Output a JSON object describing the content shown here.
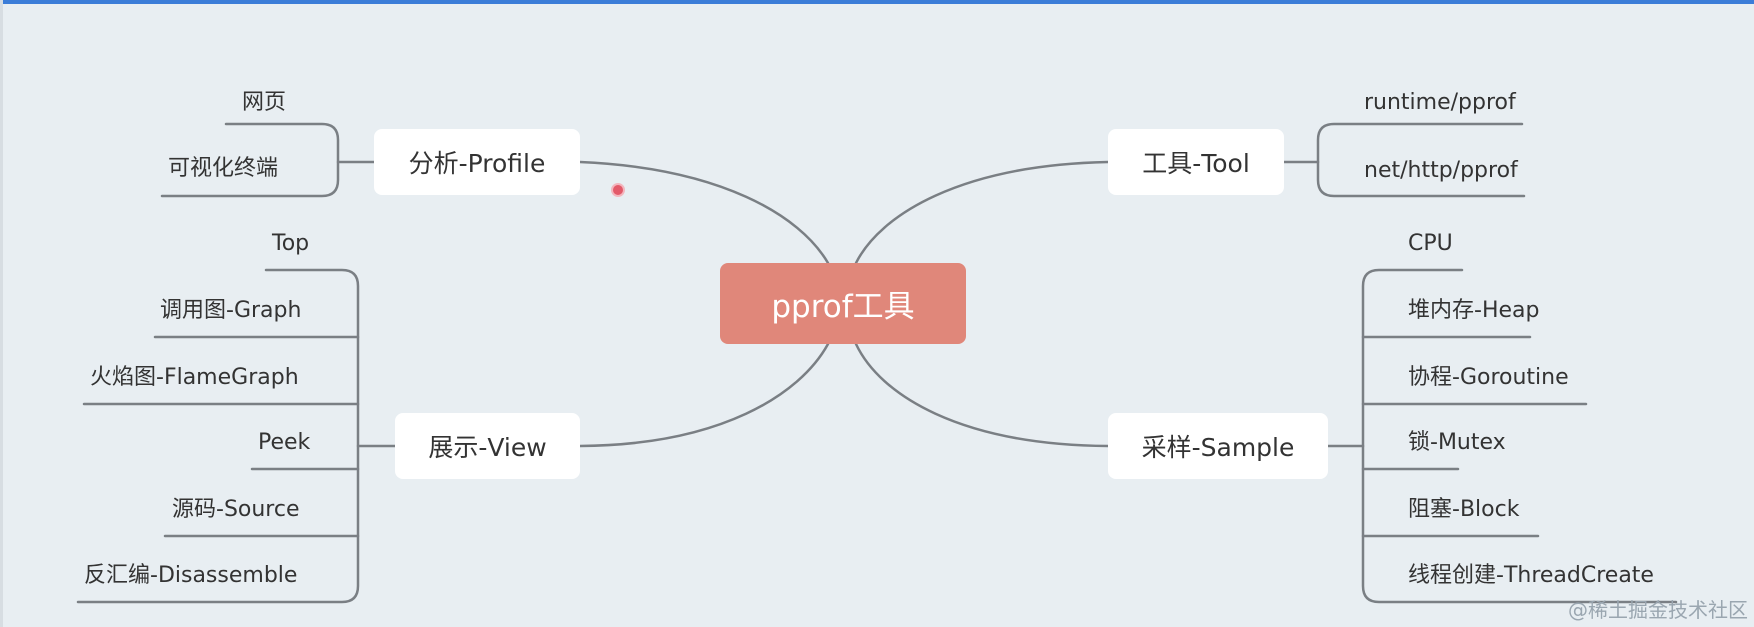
{
  "center": {
    "label": "pprof工具"
  },
  "branches": {
    "profile": {
      "label": "分析-Profile",
      "leaves": [
        "网页",
        "可视化终端"
      ]
    },
    "tool": {
      "label": "工具-Tool",
      "leaves": [
        "runtime/pprof",
        "net/http/pprof"
      ]
    },
    "view": {
      "label": "展示-View",
      "leaves": [
        "Top",
        "调用图-Graph",
        "火焰图-FlameGraph",
        "Peek",
        "源码-Source",
        "反汇编-Disassemble"
      ]
    },
    "sample": {
      "label": "采样-Sample",
      "leaves": [
        "CPU",
        "堆内存-Heap",
        "协程-Goroutine",
        "锁-Mutex",
        "阻塞-Block",
        "线程创建-ThreadCreate"
      ]
    }
  },
  "watermark": "@稀土掘金技术社区",
  "colors": {
    "background": "#e8eef2",
    "center_fill": "#e0877a",
    "line": "#7a7f84",
    "node_fill": "#ffffff"
  }
}
